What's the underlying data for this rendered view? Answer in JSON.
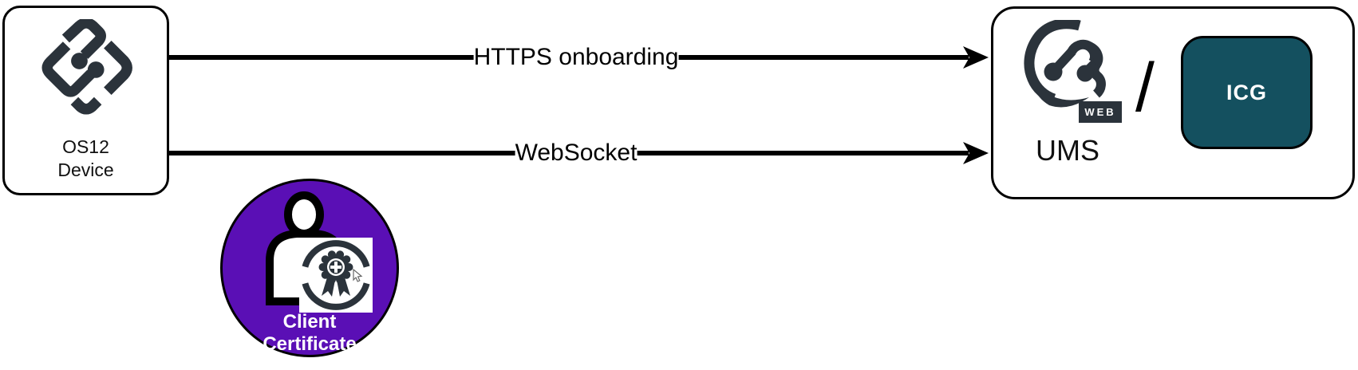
{
  "left_node": {
    "line1": "OS12",
    "line2": "Device"
  },
  "arrows": {
    "top_label": "HTTPS onboarding",
    "bottom_label": "WebSocket"
  },
  "right_node": {
    "label": "UMS",
    "web_badge": "WEB",
    "separator": "/",
    "icg_label": "ICG"
  },
  "certificate": {
    "line1": "Client",
    "line2": "Certificate"
  },
  "icons": {
    "left_logo": "igel-os12-logo",
    "right_logo": "igel-ums-web-logo",
    "person": "person-icon",
    "certificate_seal": "certificate-seal-icon",
    "cursor": "mouse-cursor-icon"
  },
  "colors": {
    "logo_dark": "#2b333b",
    "purple": "#5a0fb5",
    "teal": "#14505f",
    "arrow": "#000000",
    "background": "#ffffff"
  }
}
